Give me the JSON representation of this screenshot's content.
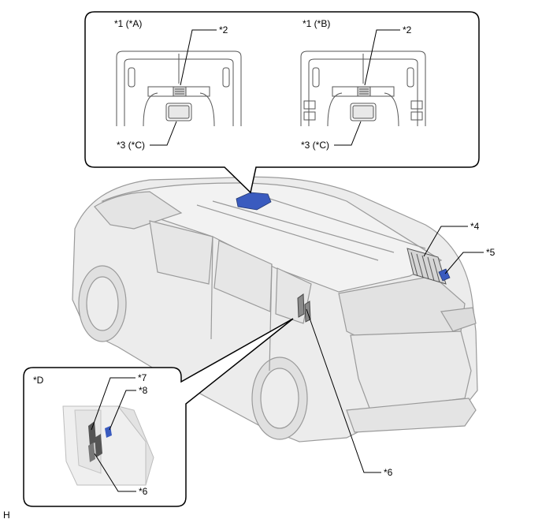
{
  "labels": {
    "top_left_view": "*1 (*A)",
    "top_right_view": "*1 (*B)",
    "item_2_left": "*2",
    "item_2_right": "*2",
    "item_3_left": "*3 (*C)",
    "item_3_right": "*3 (*C)",
    "item_4": "*4",
    "item_5": "*5",
    "item_6_main": "*6",
    "detail_view": "*D",
    "item_7": "*7",
    "item_8": "*8",
    "item_6_detail": "*6",
    "figure_code": "H"
  },
  "colors": {
    "line": "#000000",
    "car_outline": "#9a9a9a",
    "car_fill": "#ececec",
    "highlight_blue": "#3a5bbf",
    "panel_grey": "#8a8a8a"
  }
}
